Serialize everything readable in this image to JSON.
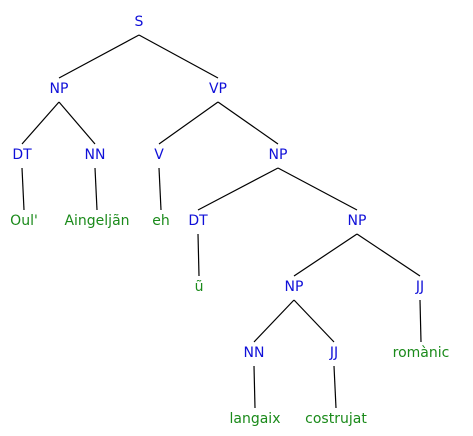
{
  "colors": {
    "category": "#1010d8",
    "word": "#1a8a1a",
    "edge": "#000000"
  },
  "nodes": [
    {
      "id": "s",
      "label": "S",
      "kind": "category",
      "parent": null
    },
    {
      "id": "np1",
      "label": "NP",
      "kind": "category",
      "parent": "s"
    },
    {
      "id": "vp",
      "label": "VP",
      "kind": "category",
      "parent": "s"
    },
    {
      "id": "dt1",
      "label": "DT",
      "kind": "category",
      "parent": "np1"
    },
    {
      "id": "nn1",
      "label": "NN",
      "kind": "category",
      "parent": "np1"
    },
    {
      "id": "v",
      "label": "V",
      "kind": "category",
      "parent": "vp"
    },
    {
      "id": "np2",
      "label": "NP",
      "kind": "category",
      "parent": "vp"
    },
    {
      "id": "w-oul",
      "label": "Oul'",
      "kind": "word",
      "parent": "dt1"
    },
    {
      "id": "w-aing",
      "label": "Aingeljãn",
      "kind": "word",
      "parent": "nn1"
    },
    {
      "id": "w-eh",
      "label": "eh",
      "kind": "word",
      "parent": "v"
    },
    {
      "id": "dt2",
      "label": "DT",
      "kind": "category",
      "parent": "np2"
    },
    {
      "id": "np3",
      "label": "NP",
      "kind": "category",
      "parent": "np2"
    },
    {
      "id": "w-u",
      "label": "ũ",
      "kind": "word",
      "parent": "dt2"
    },
    {
      "id": "np4",
      "label": "NP",
      "kind": "category",
      "parent": "np3"
    },
    {
      "id": "jj1",
      "label": "JJ",
      "kind": "category",
      "parent": "np3"
    },
    {
      "id": "nn2",
      "label": "NN",
      "kind": "category",
      "parent": "np4"
    },
    {
      "id": "jj2",
      "label": "JJ",
      "kind": "category",
      "parent": "np4"
    },
    {
      "id": "w-romanic",
      "label": "romànic",
      "kind": "word",
      "parent": "jj1"
    },
    {
      "id": "w-langaix",
      "label": "langaix",
      "kind": "word",
      "parent": "nn2"
    },
    {
      "id": "w-costr",
      "label": "costrujat",
      "kind": "word",
      "parent": "jj2"
    }
  ]
}
